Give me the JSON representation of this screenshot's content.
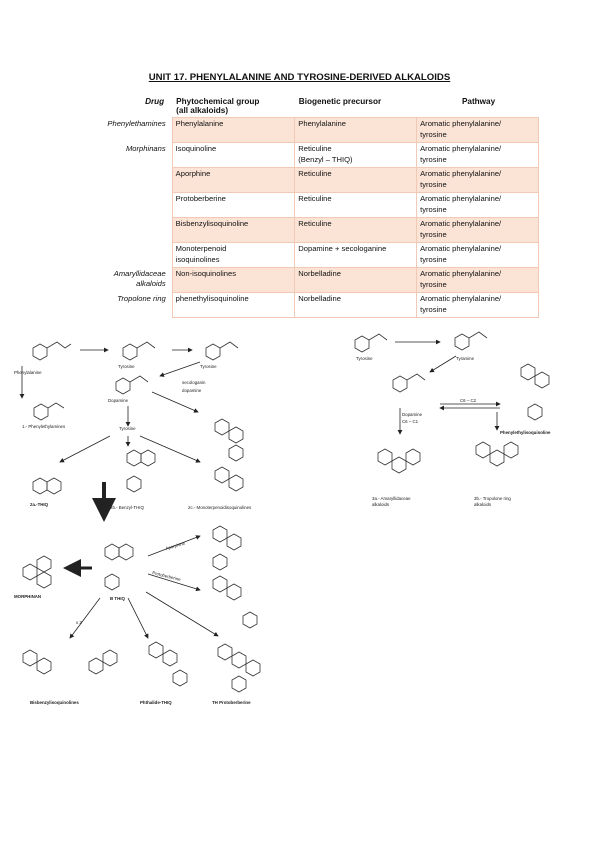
{
  "title": "UNIT 17. PHENYLALANINE AND TYROSINE-DERIVED ALKALOIDS",
  "table": {
    "headers": [
      "Drug",
      "Phytochemical group\n(all alkaloids)",
      "Biogenetic precursor",
      "Pathway"
    ],
    "rows": [
      {
        "drug": "Phenylethamines",
        "group": "Phenylalanine",
        "precursor": "Phenylalanine",
        "pathway": "Aromatic phenylalanine/\ntyrosine"
      },
      {
        "drug": "Morphinans",
        "group": "Isoquinoline",
        "precursor": "Reticuline\n(Benzyl – THIQ)",
        "pathway": "Aromatic phenylalanine/\ntyrosine"
      },
      {
        "drug": "",
        "group": "Aporphine",
        "precursor": "Reticuline",
        "pathway": "Aromatic phenylalanine/\ntyrosine"
      },
      {
        "drug": "",
        "group": "Protoberberine",
        "precursor": "Reticuline",
        "pathway": "Aromatic phenylalanine/\ntyrosine"
      },
      {
        "drug": "",
        "group": "Bisbenzylisoquinoline",
        "precursor": "Reticuline",
        "pathway": "Aromatic phenylalanine/\ntyrosine"
      },
      {
        "drug": "",
        "group": "Monoterpenoid\nisoquinolines",
        "precursor": "Dopamine + secologanine",
        "pathway": "Aromatic phenylalanine/\ntyrosine"
      },
      {
        "drug": "Amaryllidaceae\nalkaloids",
        "group": "Non-isoquinolines",
        "precursor": "Norbelladine",
        "pathway": "Aromatic phenylalanine/\ntyrosine"
      },
      {
        "drug": "Tropolone ring",
        "group": "phenethylisoquinoline",
        "precursor": "Norbelladine",
        "pathway": "Aromatic phenylalanine/\ntyrosine"
      }
    ]
  },
  "scheme_left": {
    "phenylalanine": "Phenylalanine",
    "tyrosine_1": "Tyrosine",
    "tyrosine_2": "Tyrosine",
    "dopamine": "Dopamine",
    "secologanin": "secologanin",
    "dopamine_2": "dopamine",
    "tyrosine_3": "Tyrosine",
    "phenylethylamines": "1.- Phenylethylamines",
    "thiq": "2a.-THIQ",
    "benzyl_thiq": "2b.- Benzyl-THIQ",
    "monoterpenoid": "2c.- Monoterpenoidisoquinolines",
    "bthiq": "B THIQ",
    "morphinan": "MORPHINAN",
    "aporphine": "Aporphine",
    "protoberberine_arrow": "Protoberberine",
    "x2": "x 2",
    "bisbenzyl": "Bisbenzylisoquinolines",
    "phthalide": "Phthalide-THIQ",
    "th_protoberberine": "TH Protoberberine"
  },
  "scheme_right": {
    "tyrosine": "Tyrosine",
    "tyramine": "Tyramine",
    "c6c2": "C6 – C2",
    "dopamine": "Dopamine",
    "c6c1": "C6 – C1",
    "phenylethylisoquinoline": "Phenylethylisoquinoline",
    "amaryllidaceae_1": "3a.- Amaryllidaceae",
    "amaryllidaceae_2": "alkaloids",
    "tropolone_1": "3b.- Tropolone ring",
    "tropolone_2": "alkaloids"
  }
}
